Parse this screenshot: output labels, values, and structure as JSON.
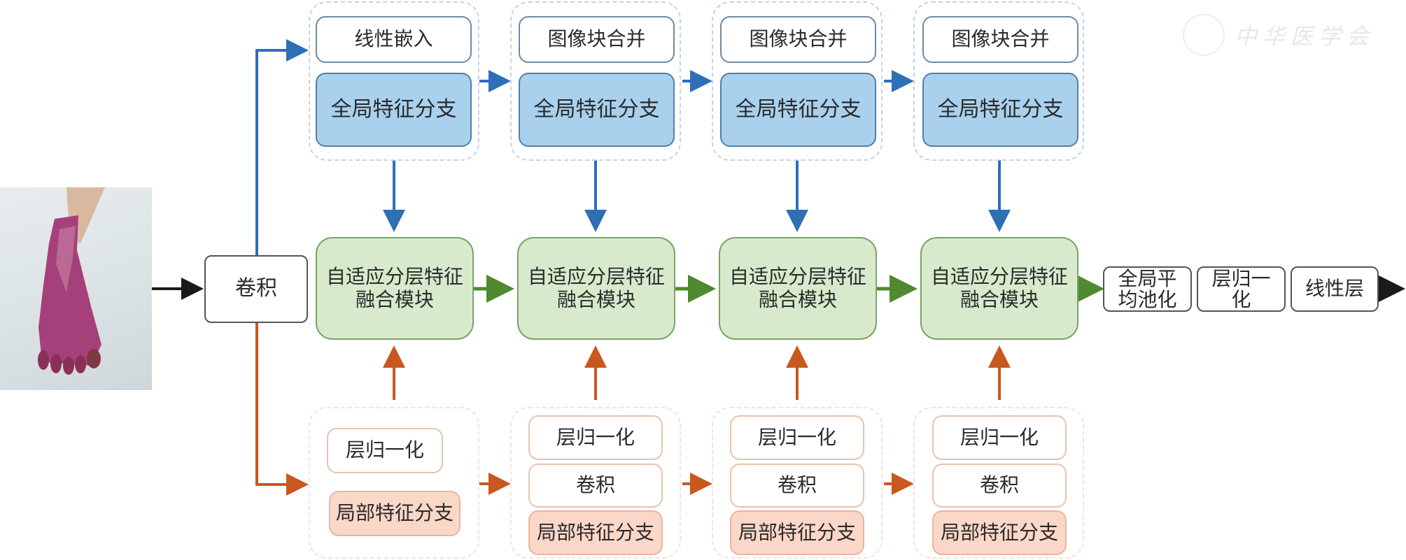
{
  "input_image": {
    "alt": "foot lesion photograph"
  },
  "stem": {
    "label": "卷积"
  },
  "global_branch": {
    "stages": [
      {
        "top": "线性嵌入",
        "main": "全局特征分支"
      },
      {
        "top": "图像块合并",
        "main": "全局特征分支"
      },
      {
        "top": "图像块合并",
        "main": "全局特征分支"
      },
      {
        "top": "图像块合并",
        "main": "全局特征分支"
      }
    ]
  },
  "fusion": {
    "modules": [
      {
        "line1": "自适应分层特征",
        "line2": "融合模块"
      },
      {
        "line1": "自适应分层特征",
        "line2": "融合模块"
      },
      {
        "line1": "自适应分层特征",
        "line2": "融合模块"
      },
      {
        "line1": "自适应分层特征",
        "line2": "融合模块"
      }
    ]
  },
  "local_branch": {
    "stages": [
      {
        "norm": "层归一化",
        "main": "局部特征分支"
      },
      {
        "norm": "层归一化",
        "conv": "卷积",
        "main": "局部特征分支"
      },
      {
        "norm": "层归一化",
        "conv": "卷积",
        "main": "局部特征分支"
      },
      {
        "norm": "层归一化",
        "conv": "卷积",
        "main": "局部特征分支"
      }
    ]
  },
  "head": {
    "pool": {
      "line1": "全局平",
      "line2": "均池化"
    },
    "norm": {
      "line1": "层归一",
      "line2": "化"
    },
    "linear": "线性层"
  },
  "watermark": {
    "text": "中华医学会"
  },
  "colors": {
    "global": "#2e6fb6",
    "local": "#c9581e",
    "fusion": "#4f8a2e",
    "main": "#1a1a1a"
  }
}
